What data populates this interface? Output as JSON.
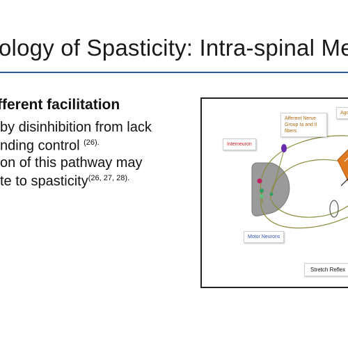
{
  "slide": {
    "title": "ology of Spasticity: Intra-spinal Me",
    "heading": "fferent facilitation",
    "lines": [
      {
        "text": "by disinhibition from lack",
        "ref": ""
      },
      {
        "text": "nding control ",
        "ref": "(26)."
      },
      {
        "text": "on of this pathway may",
        "ref": ""
      },
      {
        "text": "te to spasticity",
        "ref": "(26, 27, 28)."
      }
    ]
  },
  "figure": {
    "labels": {
      "interneuron": "Interneuron",
      "afferent": "Afferent Nerve Group Ia and II fibers",
      "agonist": "Agon",
      "motor": "Motor Neurons",
      "stretch": "Stretch Reflex"
    },
    "colors": {
      "spinal_cord": "#9a9a9a",
      "nerve": "#8a8a3a",
      "muscle": "#e07a20",
      "interneuron_label": "#d02020",
      "motor_label": "#3050b0",
      "afferent_label": "#b06a10"
    }
  }
}
